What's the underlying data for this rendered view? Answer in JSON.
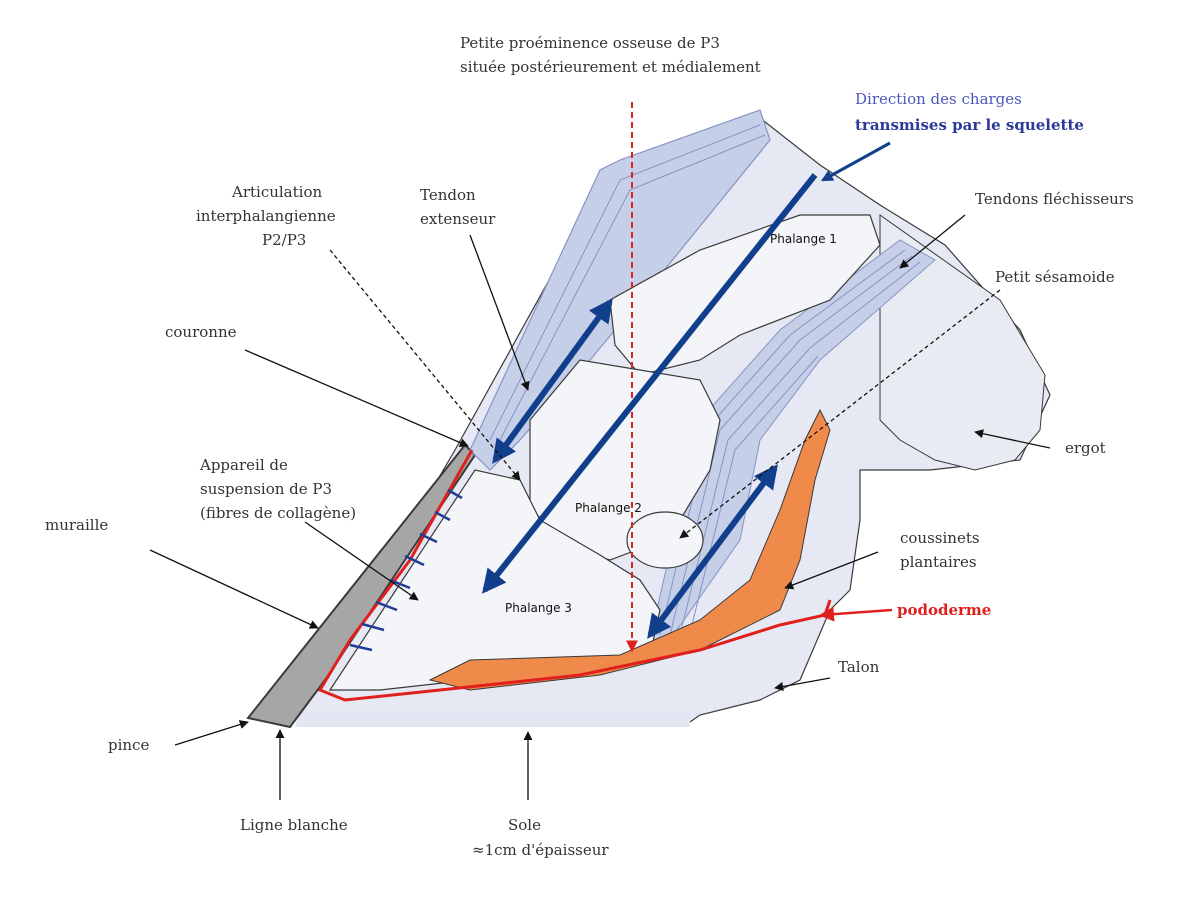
{
  "labels": {
    "top_note_line1": "Petite proéminence osseuse  de P3",
    "top_note_line2": "située postérieurement et médialement",
    "direction_line1": "Direction des charges",
    "direction_line2": "transmises par le squelette",
    "articulation_line1": "Articulation",
    "articulation_line2": "interphalangienne",
    "articulation_line3": "P2/P3",
    "tendon_ext_line1": "Tendon",
    "tendon_ext_line2": "extenseur",
    "tendons_flechisseurs": "Tendons fléchisseurs",
    "phalange1": "Phalange 1",
    "petit_sesamoide": "Petit sésamoide",
    "couronne": "couronne",
    "ergot": "ergot",
    "appareil_line1": "Appareil de",
    "appareil_line2": "suspension de P3",
    "appareil_line3": "(fibres de collagène)",
    "phalange2": "Phalange 2",
    "muraille": "muraille",
    "coussinets_line1": "coussinets",
    "coussinets_line2": "plantaires",
    "phalange3": "Phalange 3",
    "pododerme": "pododerme",
    "talon": "Talon",
    "pince": "pince",
    "ligne_blanche": "Ligne blanche",
    "sole_line1": "Sole",
    "sole_line2": "≈1cm d'épaisseur"
  },
  "colors": {
    "background": "#ffffff",
    "hoof_fill": "#e6e9f4",
    "bone_fill": "#f4f5f8",
    "tendon_fill": "#c6cfe8",
    "tendon_line": "#8793c4",
    "wall_fill": "#a6a6a6",
    "pad_fill": "#f08a4b",
    "red": "#e0201c",
    "arrow_blue": "#123f8c",
    "outline": "#3a3a3a"
  }
}
